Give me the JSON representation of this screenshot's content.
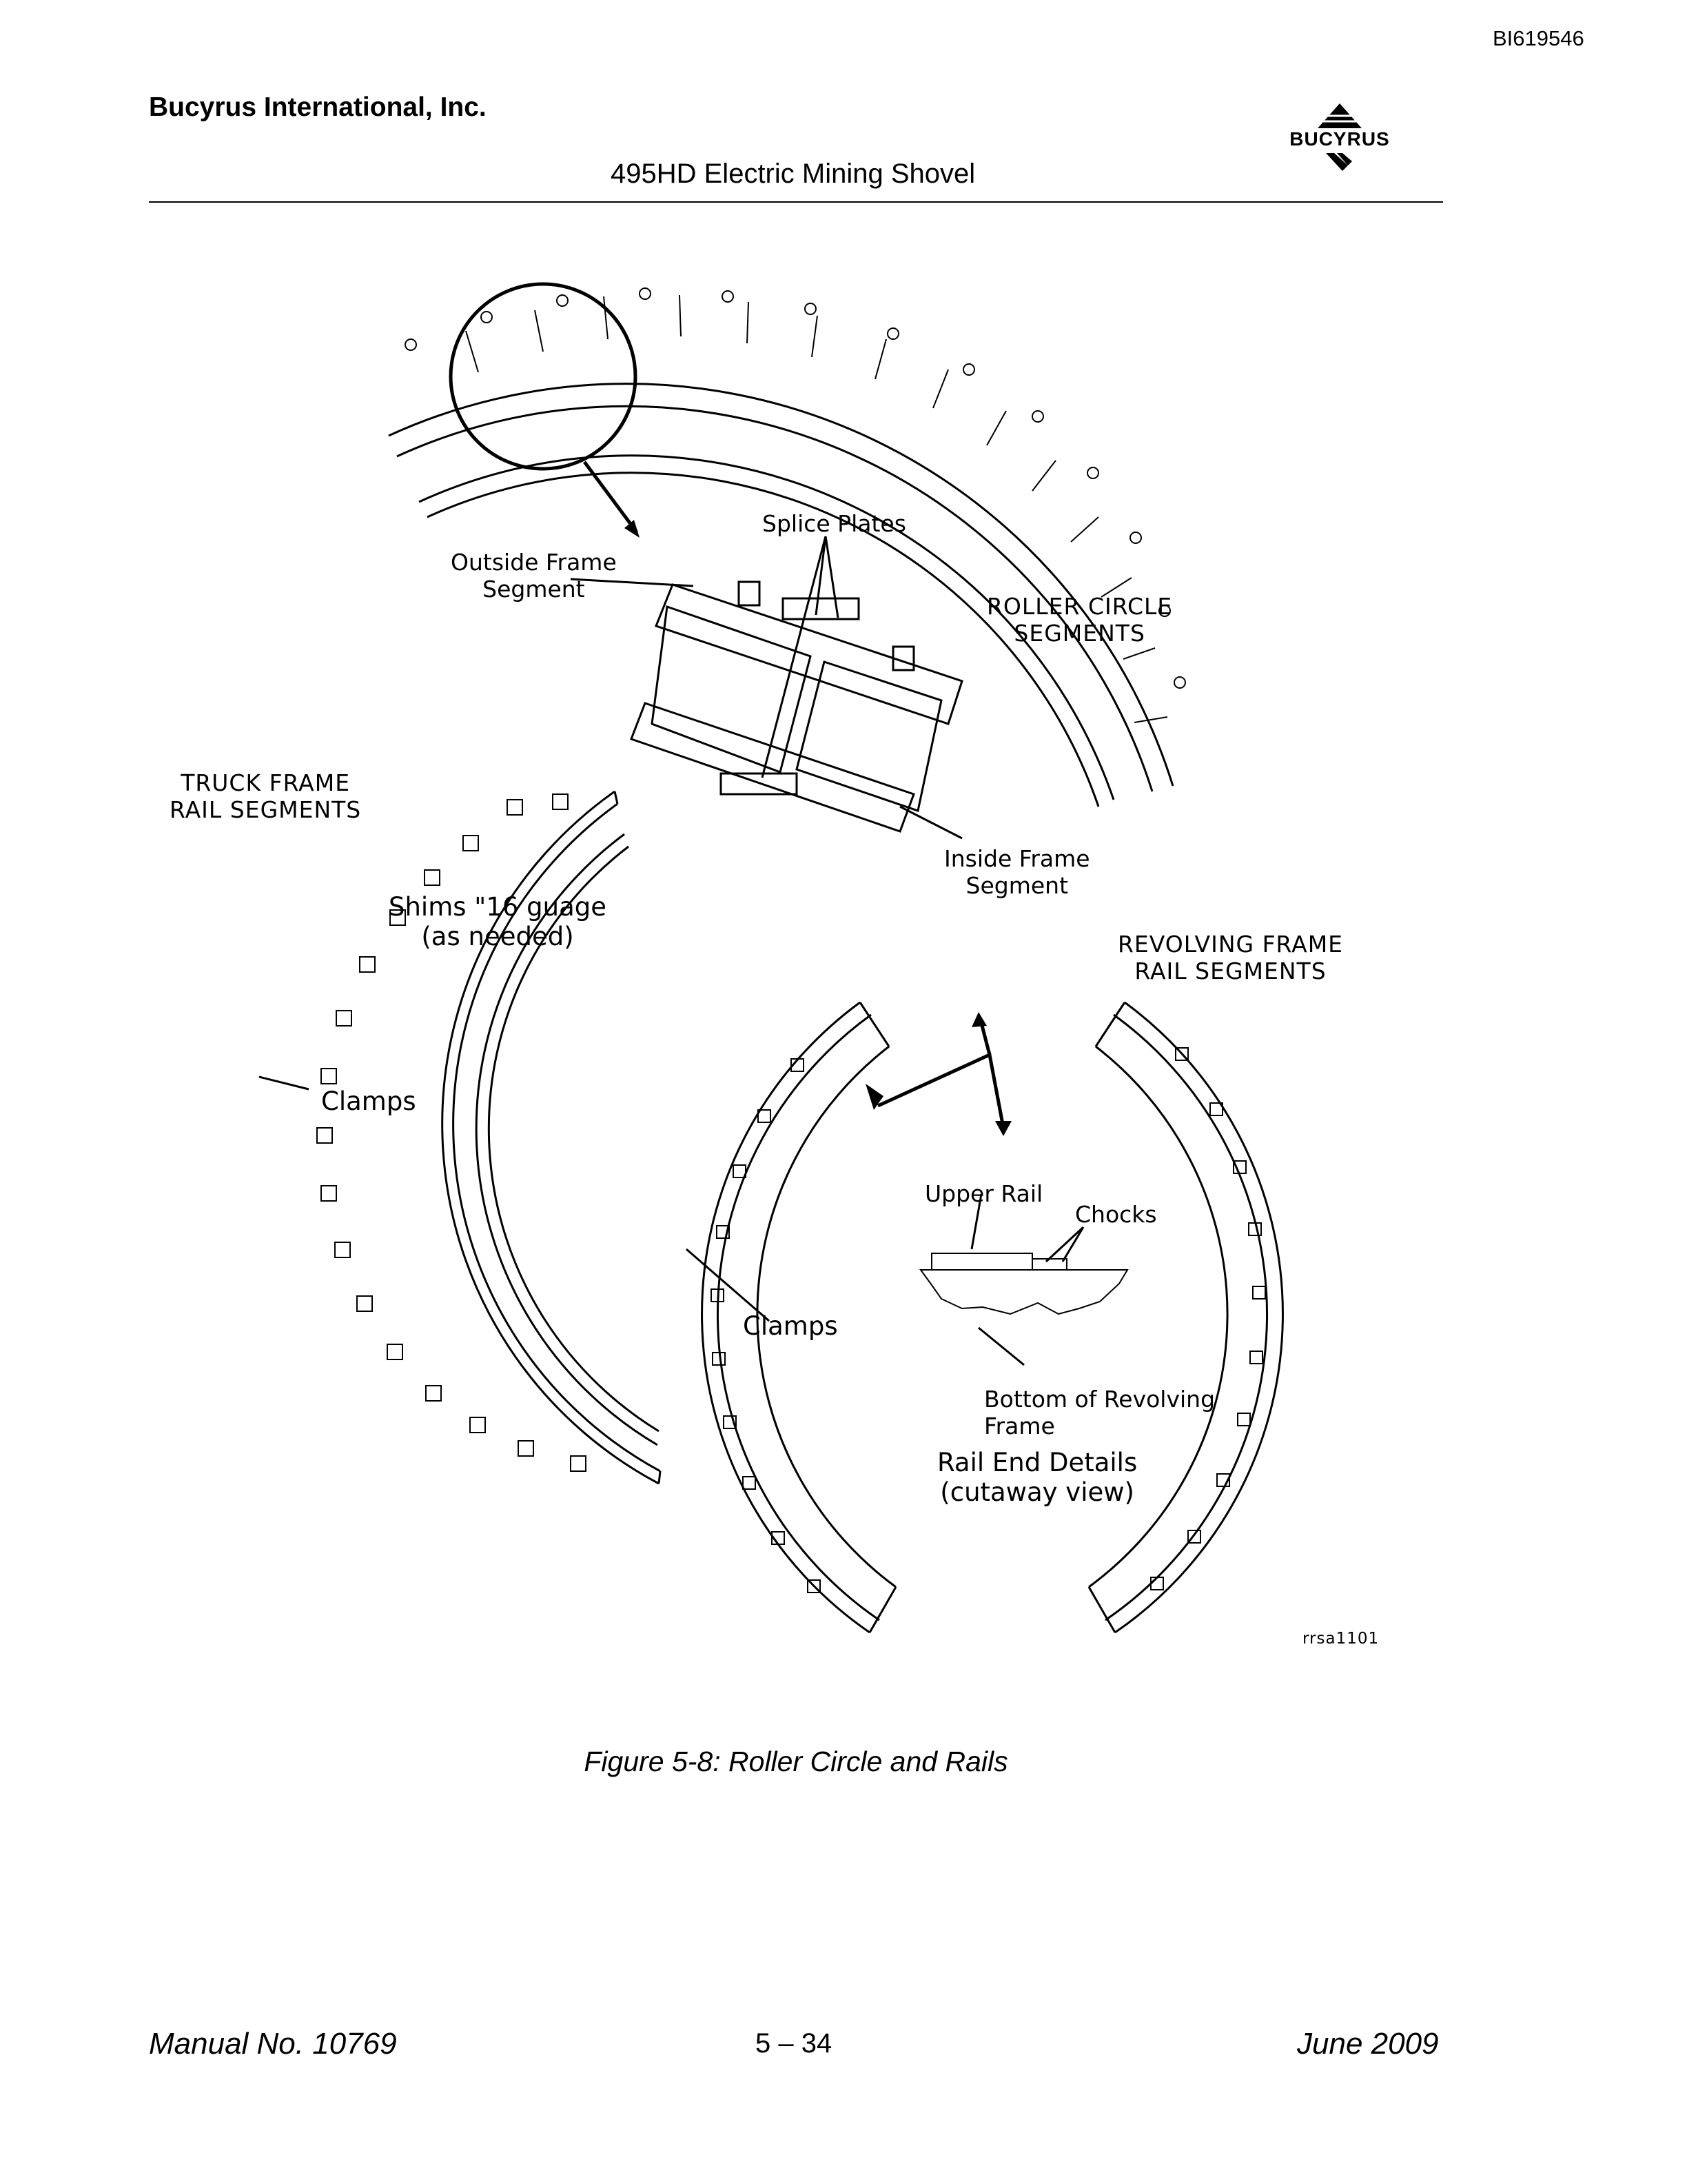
{
  "header": {
    "doc_id": "BI619546",
    "company": "Bucyrus International, Inc.",
    "subtitle": "495HD Electric Mining Shovel",
    "logo_text": "BUCYRUS"
  },
  "diagram": {
    "labels": {
      "roller_circle": "ROLLER CIRCLE\nSEGMENTS",
      "splice_plates": "Splice Plates",
      "outside_frame": "Outside Frame\nSegment",
      "truck_frame": "TRUCK FRAME\nRAIL SEGMENTS",
      "inside_frame": "Inside Frame\nSegment",
      "shims": "Shims \"16 guage\n(as needed)",
      "revolving_frame": "REVOLVING FRAME\nRAIL SEGMENTS",
      "clamps_left": "Clamps",
      "upper_rail": "Upper Rail",
      "chocks": "Chocks",
      "clamps_right": "Clamps",
      "bottom_revolving": "Bottom of Revolving\nFrame",
      "rail_end_details": "Rail End Details\n(cutaway view)",
      "ref_code": "rrsa1101"
    }
  },
  "caption": {
    "prefix": "Figure 5-8:",
    "text": " Roller Circle and Rails"
  },
  "footer": {
    "manual": "Manual No. 10769",
    "page": "5 – 34",
    "date": "June 2009"
  }
}
